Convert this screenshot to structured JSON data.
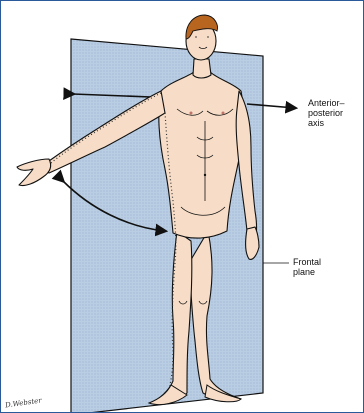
{
  "figure": {
    "axis_label": [
      "Anterior–",
      "posterior",
      "axis"
    ],
    "plane_label": [
      "Frontal",
      "plane"
    ],
    "signature": "D.Webster",
    "colors": {
      "border": "#2a5a9a",
      "plane": "#b9cde3",
      "skin": "#f7ddc7",
      "hair": "#b8651f",
      "line": "#111111"
    }
  }
}
